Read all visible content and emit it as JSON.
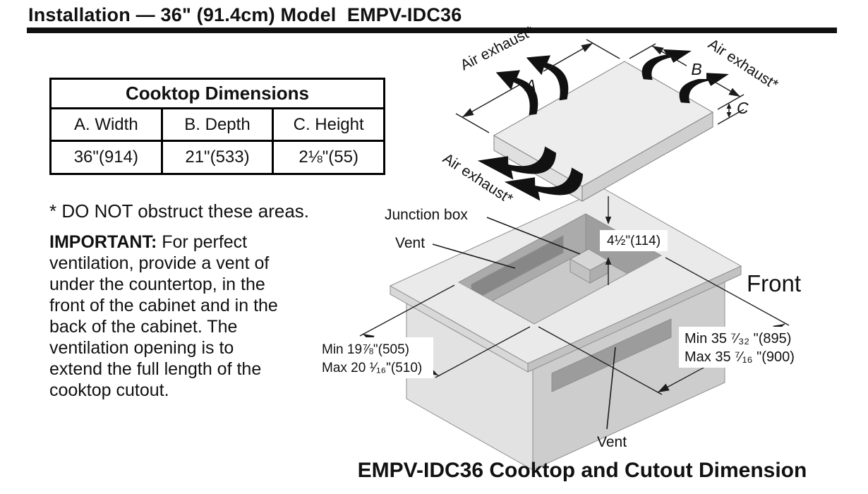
{
  "title": "Installation — 36\" (91.4cm) Model  EMPV-IDC36",
  "table": {
    "title": "Cooktop Dimensions",
    "columns": [
      "A. Width",
      "B. Depth",
      "C. Height"
    ],
    "values": [
      "36\"(914)",
      "21\"(533)",
      "2⅛\"(55)"
    ]
  },
  "notes": {
    "obstruct": "* DO NOT obstruct these areas.",
    "important_label": "IMPORTANT:",
    "important_text": " For perfect\nventilation, provide a vent of\nunder the countertop, in the\nfront of the cabinet and in the\nback of the cabinet. The\nventilation opening is to\nextend the full length of the\ncooktop cutout."
  },
  "diagram": {
    "air_tl": "Air exhaust*",
    "air_tr": "Air exhaust*",
    "air_bl": "Air exhaust*",
    "dim_a": "A",
    "dim_b": "B",
    "dim_c": "C",
    "junction_box": "Junction box",
    "vent_back": "Vent",
    "vent_front": "Vent",
    "front": "Front",
    "depth_dim": "4½\"(114)",
    "cutout_depth_min": "Min  19⅞\"(505)",
    "cutout_depth_max": "Max 20 ¹⁄₁₆\"(510)",
    "cutout_width_min": "Min 35 ⁷⁄₃₂ \"(895)",
    "cutout_width_max": "Max 35 ⁷⁄₁₆ \"(900)"
  },
  "caption": "EMPV-IDC36 Cooktop and Cutout Dimension",
  "colors": {
    "ink": "#111111",
    "slab_top": "#ededed",
    "slab_side": "#cfcfcf",
    "cabinet_top": "#eaeaea",
    "pit_wall": "#ababab",
    "vent_slot": "#878787"
  }
}
